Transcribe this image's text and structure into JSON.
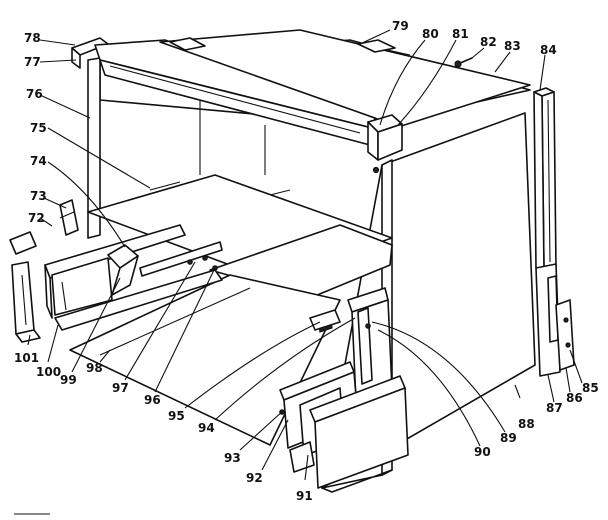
{
  "callouts": [
    {
      "id": "c72",
      "label": "72"
    },
    {
      "id": "c73",
      "label": "73"
    },
    {
      "id": "c74",
      "label": "74"
    },
    {
      "id": "c75",
      "label": "75"
    },
    {
      "id": "c76",
      "label": "76"
    },
    {
      "id": "c77",
      "label": "77"
    },
    {
      "id": "c78",
      "label": "78"
    },
    {
      "id": "c79",
      "label": "79"
    },
    {
      "id": "c80",
      "label": "80"
    },
    {
      "id": "c81",
      "label": "81"
    },
    {
      "id": "c82",
      "label": "82"
    },
    {
      "id": "c83",
      "label": "83"
    },
    {
      "id": "c84",
      "label": "84"
    },
    {
      "id": "c85",
      "label": "85"
    },
    {
      "id": "c86",
      "label": "86"
    },
    {
      "id": "c87",
      "label": "87"
    },
    {
      "id": "c88",
      "label": "88"
    },
    {
      "id": "c89",
      "label": "89"
    },
    {
      "id": "c90",
      "label": "90"
    },
    {
      "id": "c91",
      "label": "91"
    },
    {
      "id": "c92",
      "label": "92"
    },
    {
      "id": "c93",
      "label": "93"
    },
    {
      "id": "c94",
      "label": "94"
    },
    {
      "id": "c95",
      "label": "95"
    },
    {
      "id": "c96",
      "label": "96"
    },
    {
      "id": "c97",
      "label": "97"
    },
    {
      "id": "c98",
      "label": "98"
    },
    {
      "id": "c99",
      "label": "99"
    },
    {
      "id": "c100",
      "label": "100"
    },
    {
      "id": "c101",
      "label": "101"
    }
  ]
}
